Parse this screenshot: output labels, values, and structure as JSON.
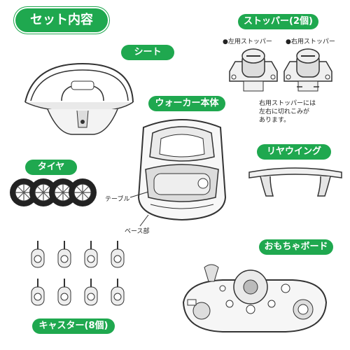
{
  "title": "セット内容",
  "sections": {
    "seat": "シート",
    "stopper": "ストッパー(2個)",
    "walker": "ウォーカー本体",
    "tire": "タイヤ",
    "rear_wing": "リヤウイング",
    "toy_board": "おもちゃボード",
    "caster": "キャスター(8個)"
  },
  "stopper_labels": {
    "left": "●左用ストッパー",
    "right": "●右用ストッパー"
  },
  "stopper_note": [
    "右用ストッパーには",
    "左右に切れこみが",
    "あります。"
  ],
  "walker_labels": {
    "table": "テーブル",
    "base": "ベース部"
  },
  "colors": {
    "accent": "#1fa84f",
    "line": "#333333"
  }
}
